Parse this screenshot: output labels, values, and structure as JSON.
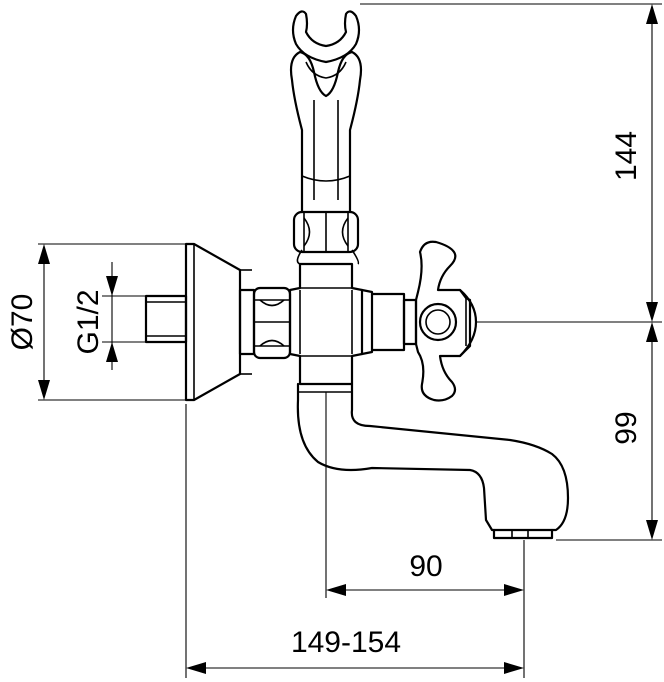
{
  "dimensions": {
    "top_height": "144",
    "spout_height": "99",
    "spout_reach": "90",
    "total_depth": "149-154",
    "flange_diameter": "Ø70",
    "thread": "G1/2"
  }
}
